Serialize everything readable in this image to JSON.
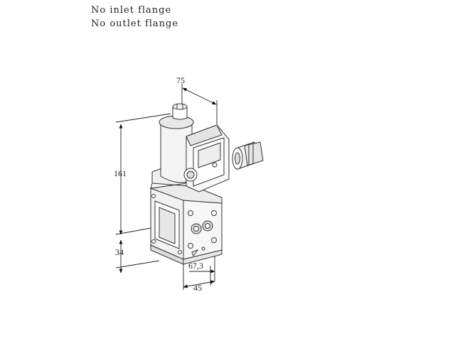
{
  "notes": {
    "line1": "No inlet flange",
    "line2": "No outlet flange"
  },
  "dimensions": {
    "top_width": "75",
    "total_height": "161",
    "base_height": "34",
    "depth": "67,3",
    "bottom_width": "45"
  }
}
